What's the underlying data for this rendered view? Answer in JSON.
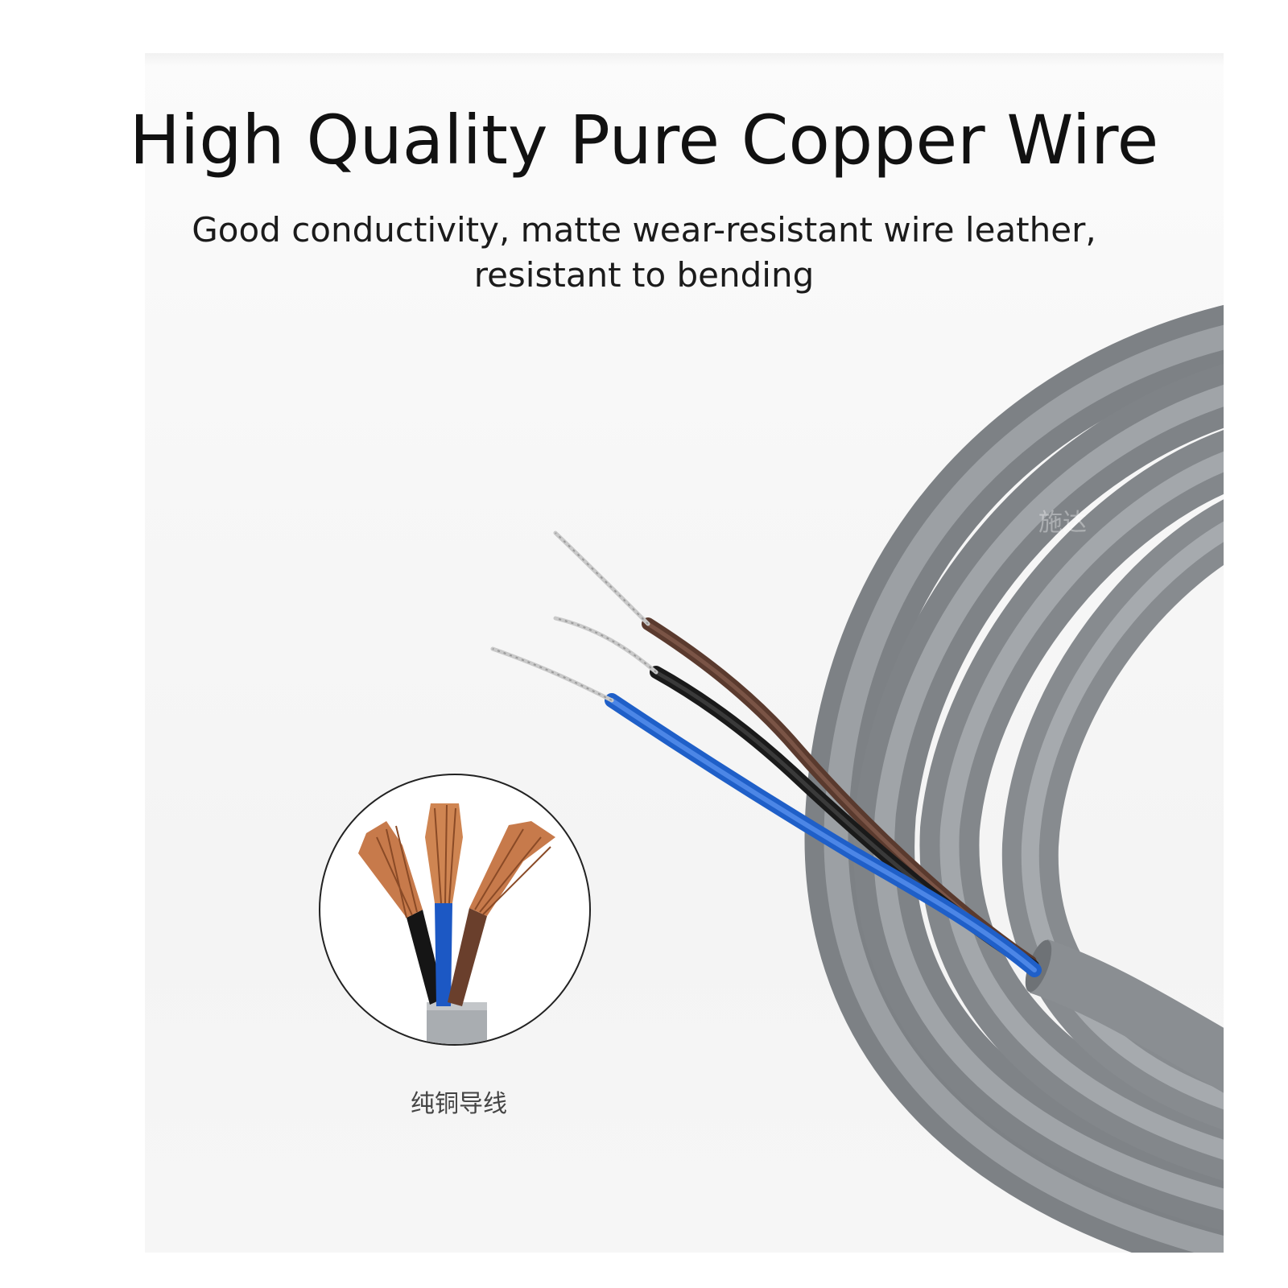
{
  "headline": "High Quality Pure Copper Wire",
  "subline": {
    "line1": "Good conductivity, matte wear-resistant wire leather,",
    "line2": "resistant to bending"
  },
  "inset": {
    "caption": "纯铜导线"
  },
  "watermark": "施达",
  "colors": {
    "jacket_gray": "#8d9195",
    "wire_blue": "#1f5fc8",
    "wire_brown": "#5a3a2e",
    "wire_black": "#1a1a1a",
    "copper": "#c77a4b",
    "tinned_copper": "#c9c9c9"
  }
}
